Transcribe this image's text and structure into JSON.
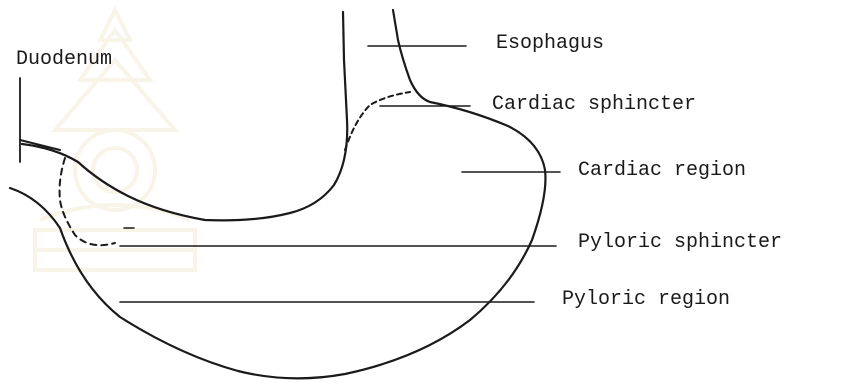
{
  "diagram": {
    "labels": {
      "duodenum": "Duodenum",
      "esophagus": "Esophagus",
      "cardiac_sphincter": "Cardiac sphincter",
      "cardiac_region": "Cardiac region",
      "pyloric_sphincter": "Pyloric sphincter",
      "pyloric_region": "Pyloric region"
    },
    "colors": {
      "ink": "#1a1a1a",
      "watermark": "#c9a94a"
    }
  }
}
